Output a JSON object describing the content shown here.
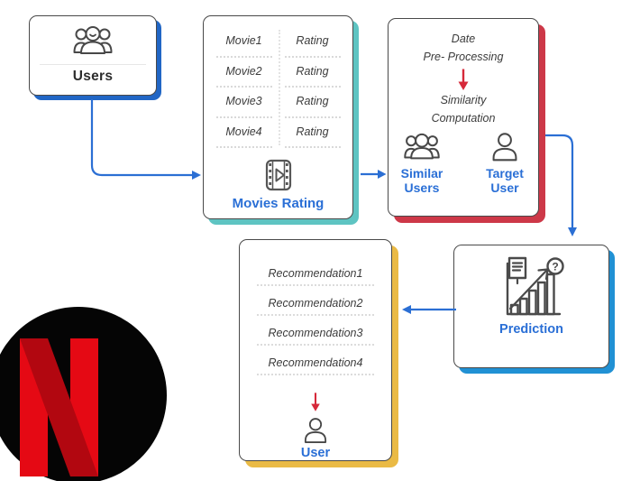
{
  "users_box": {
    "label": "Users"
  },
  "movies_box": {
    "rows": [
      {
        "movie": "Movie1",
        "rating": "Rating"
      },
      {
        "movie": "Movie2",
        "rating": "Rating"
      },
      {
        "movie": "Movie3",
        "rating": "Rating"
      },
      {
        "movie": "Movie4",
        "rating": "Rating"
      }
    ],
    "caption": "Movies Rating"
  },
  "preprocessing_box": {
    "line1": "Date",
    "line2": "Pre- Processing",
    "line3": "Similarity",
    "line4": "Computation",
    "groups": [
      {
        "label": "Similar Users"
      },
      {
        "label": "Target User"
      }
    ]
  },
  "prediction_box": {
    "label": "Prediction",
    "icon_question": "?"
  },
  "recommendation_box": {
    "items": [
      "Recommendation1",
      "Recommendation2",
      "Recommendation3",
      "Recommendation4"
    ],
    "user_label": "User"
  },
  "logo": {
    "brand": "Netflix"
  },
  "colors": {
    "flow_arrow_blue": "#2b6fd4",
    "label_blue": "#2a6fd6",
    "red_arrow": "#d6293a",
    "shadow_users_blue": "#2166c5",
    "shadow_teal": "#5ec4c2",
    "shadow_red": "#cd3848",
    "shadow_prediction_blue": "#2191d4",
    "shadow_yellow": "#eaba45",
    "netflix_red": "#e50914",
    "netflix_red_dark": "#b20710",
    "logo_circle": "#050505"
  }
}
